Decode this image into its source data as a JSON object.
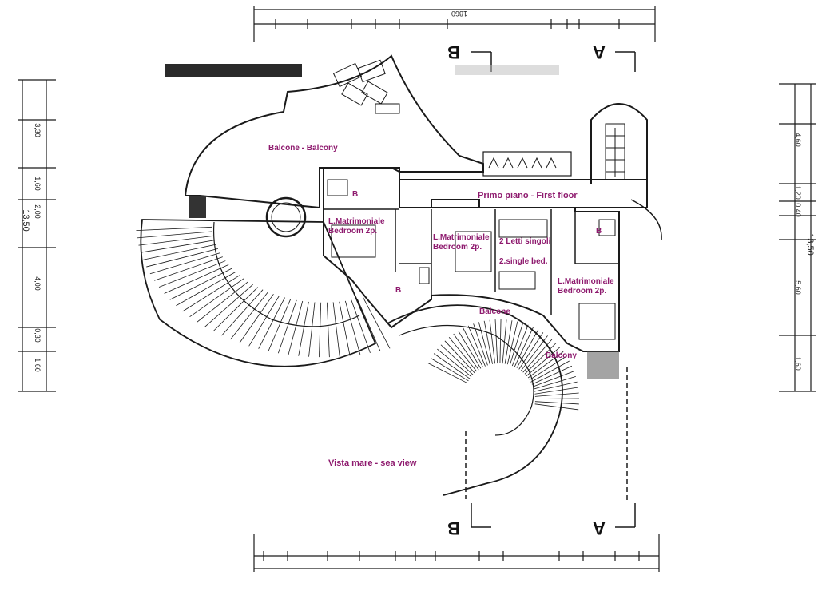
{
  "colors": {
    "label": "#8e1a6e",
    "ink": "#1a1a1a",
    "hatch": "#555555"
  },
  "labels": {
    "balcony_top": "Balcone - Balcony",
    "first_floor": "Primo piano - First floor",
    "bed1_a": "L.Matrimoniale",
    "bed1_b": "Bedroom 2p.",
    "bed2_a": "L.Matrimoniale",
    "bed2_b": "Bedroom 2p.",
    "single_a": "2 Letti singoli",
    "single_b": "2.single bed.",
    "bed3_a": "L.Matrimoniale",
    "bed3_b": "Bedroom 2p.",
    "bath_1": "B",
    "bath_2": "B",
    "bath_3": "B",
    "balcone": "Balcone",
    "balcony": "Balcony",
    "sea_view": "Vista mare - sea view"
  },
  "sections": {
    "a_top": "A",
    "b_top": "B",
    "a_bottom": "A",
    "b_bottom": "B"
  },
  "dimensions": {
    "top_total": "1860",
    "left_total": "13,50",
    "right_total": "13,50",
    "left": [
      "3,30",
      "1,60",
      "2,00",
      "4,00",
      "0,30",
      "1,60"
    ],
    "right": [
      "4,60",
      "1,20",
      "0,40",
      "5,60",
      "1,60"
    ]
  }
}
